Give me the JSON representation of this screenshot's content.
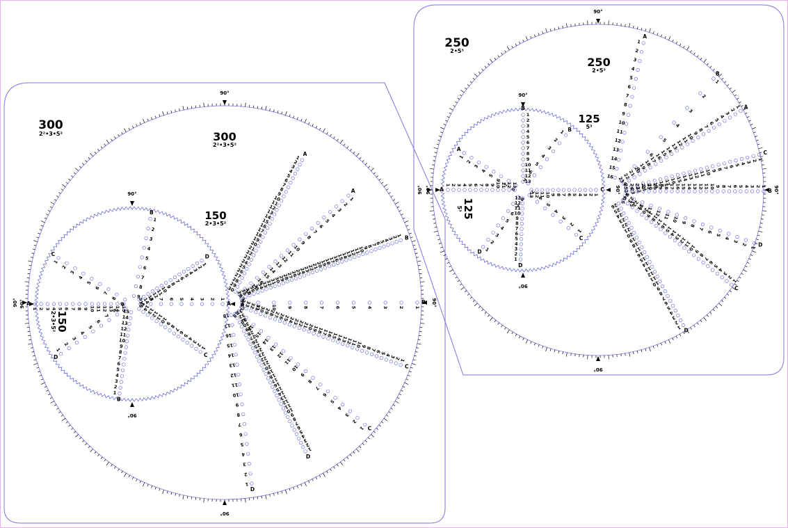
{
  "colors": {
    "outline": "#8a6fe0",
    "circle": "#5a5ad6",
    "ink": "#000000",
    "page_border": "#e6b3e6"
  },
  "degree_label": "90°",
  "left_plate": {
    "outer_wheel": {
      "teeth": "300",
      "factors": "2²•3•5²"
    },
    "inner_wheel": {
      "teeth": "150",
      "factors": "2•3•5²"
    }
  },
  "right_plate": {
    "outer_wheel": {
      "teeth": "250",
      "factors": "2•5³"
    },
    "inner_wheel": {
      "teeth": "125",
      "factors": "5³"
    }
  },
  "left_outer_spokes": [
    {
      "letter": "A",
      "range": "1-30"
    },
    {
      "letter": "A",
      "range": "3-57 by 3"
    },
    {
      "letter": "B",
      "range": "1-39"
    },
    {
      "letter": "B",
      "range": "3-36 by 3"
    },
    {
      "letter": "C",
      "range": "1-34"
    },
    {
      "letter": "C",
      "range": "3-54 by 3"
    },
    {
      "letter": "D",
      "range": "1-33"
    },
    {
      "letter": "D",
      "range": "3-54 by 3"
    }
  ],
  "left_inner_spokes": [
    {
      "letter": "A",
      "range": "3-27 by 3"
    },
    {
      "letter": "B",
      "range": "3-27 by 3"
    },
    {
      "letter": "C",
      "range": "3-27 by 3"
    },
    {
      "letter": "D",
      "range": "1-15"
    },
    {
      "letter": "A",
      "range": "1-15"
    },
    {
      "letter": "B",
      "range": "1-15"
    },
    {
      "letter": "C",
      "range": "1-15"
    },
    {
      "letter": "D",
      "range": "3-27 by 3"
    }
  ],
  "right_outer_spokes": [
    {
      "letter": "A",
      "range": "3-48 by 3"
    },
    {
      "letter": "B",
      "range": "3-24 by 3"
    },
    {
      "letter": "A",
      "range": "1-23"
    },
    {
      "letter": "C",
      "range": "1-24"
    },
    {
      "letter": "B",
      "range": "1-25"
    },
    {
      "letter": "D",
      "range": "3-48 by 3"
    },
    {
      "letter": "C",
      "range": "1-24"
    },
    {
      "letter": "D",
      "range": "1-26"
    }
  ],
  "right_inner_spokes": [
    {
      "letter": "B",
      "range": "1-13"
    },
    {
      "letter": "A",
      "range": "3-24 by 3"
    },
    {
      "letter": "A",
      "range": "1-13"
    },
    {
      "letter": "D",
      "range": "3-24 by 3"
    },
    {
      "letter": "D",
      "range": "1-13"
    },
    {
      "letter": "C",
      "range": "3-21 by 3"
    },
    {
      "letter": "C",
      "range": "1-13"
    },
    {
      "letter": "B",
      "range": "3-21 by 3"
    }
  ]
}
